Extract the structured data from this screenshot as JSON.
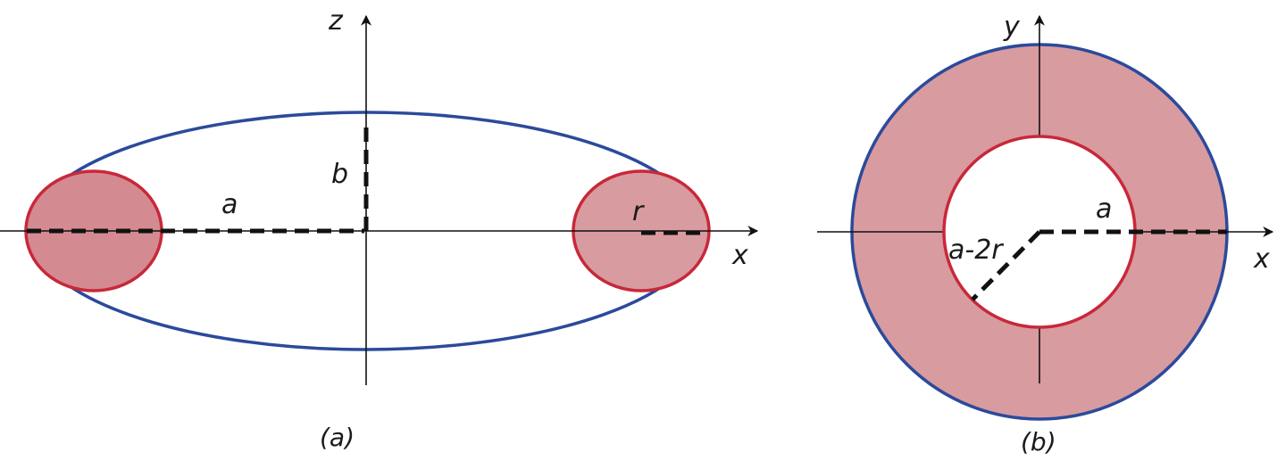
{
  "panel_a": {
    "caption": "(a)",
    "axes": {
      "horizontal": "x",
      "vertical": "z"
    },
    "labels": {
      "semi_major": "a",
      "semi_minor": "b",
      "tube_radius": "r"
    },
    "colors": {
      "outline": "#2b4a9b",
      "tube_fill": "#d48a91",
      "tube_edge": "#c8283a"
    }
  },
  "panel_b": {
    "caption": "(b)",
    "axes": {
      "horizontal": "x",
      "vertical": "y"
    },
    "labels": {
      "outer_radius": "a",
      "inner_radius": "a-2r"
    },
    "colors": {
      "outer_edge": "#2b4a9b",
      "annulus_fill": "#d89ba0",
      "inner_edge": "#c8283a"
    }
  }
}
